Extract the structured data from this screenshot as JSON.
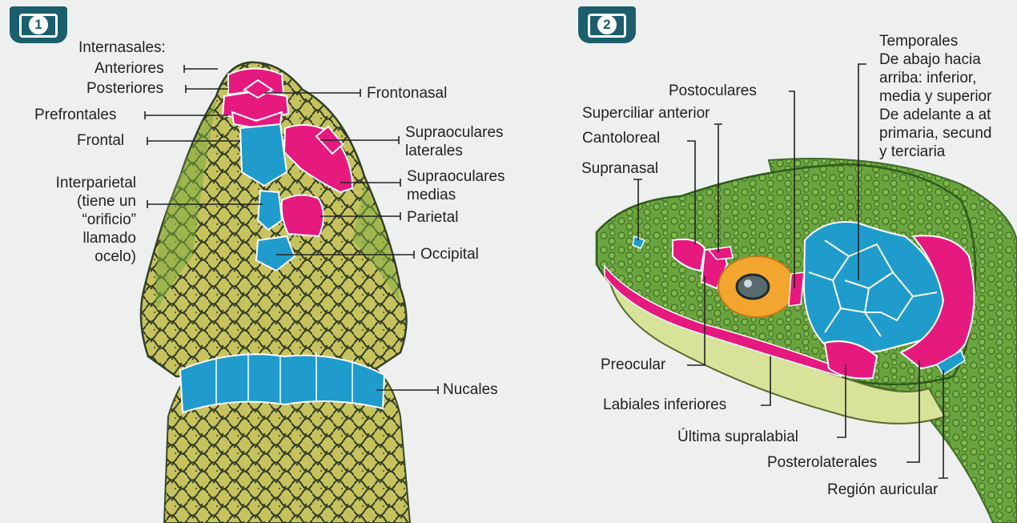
{
  "panel1": {
    "badge_number": "1",
    "labels": {
      "internasales": "Internasales:",
      "anteriores": "Anteriores",
      "posteriores": "Posteriores",
      "prefrontales": "Prefrontales",
      "frontal": "Frontal",
      "interparietal": [
        "Interparietal",
        "(tiene un",
        "“orificio”",
        "llamado",
        "ocelo)"
      ],
      "frontonasal": "Frontonasal",
      "supraoculares_laterales": [
        "Supraoculares",
        "laterales"
      ],
      "supraoculares_medias": [
        "Supraoculares",
        "medias"
      ],
      "parietal": "Parietal",
      "occipital": "Occipital",
      "nucales": "Nucales"
    }
  },
  "panel2": {
    "badge_number": "2",
    "labels": {
      "temporales": [
        "Temporales",
        "De abajo hacia",
        "arriba: inferior,",
        "media y superior",
        "De adelante a at",
        "primaria, secund",
        "y terciaria"
      ],
      "postoculares": "Postoculares",
      "superciliar_anterior": "Superciliar anterior",
      "cantoloreal": "Cantoloreal",
      "supranasal": "Supranasal",
      "preocular": "Preocular",
      "labiales_inferiores": "Labiales inferiores",
      "ultima_supralabial": "Última supralabial",
      "posterolaterales": "Posterolaterales",
      "region_auricular": "Región auricular"
    }
  },
  "colors": {
    "magenta": "#e6197f",
    "cyan": "#1f9ccc",
    "badge": "#1b5f6d",
    "scale_yellow": "#c9c25a",
    "scale_green": "#5f9a3a"
  }
}
